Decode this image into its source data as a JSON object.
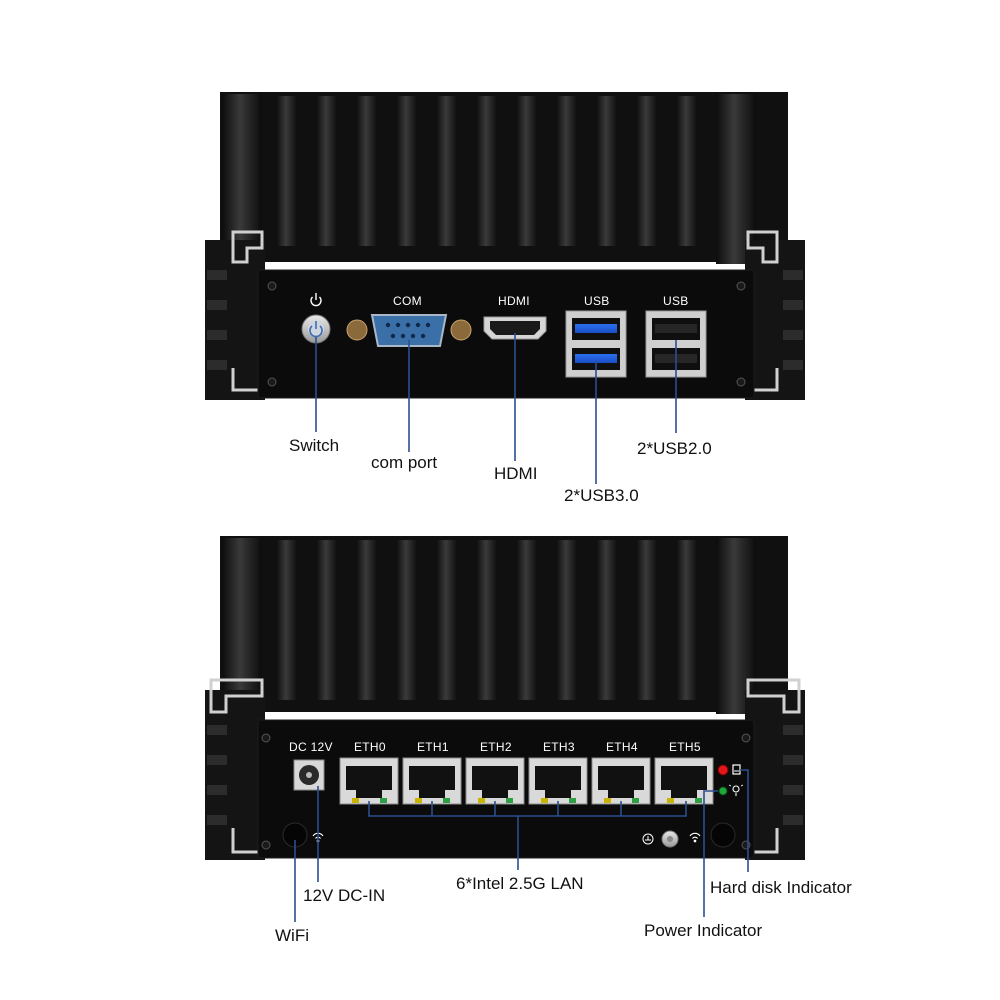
{
  "front_panel": {
    "port_labels": {
      "com": "COM",
      "hdmi": "HDMI",
      "usb_a": "USB",
      "usb_b": "USB"
    },
    "callouts": {
      "switch": "Switch",
      "com_port": "com port",
      "hdmi": "HDMI",
      "usb3": "2*USB3.0",
      "usb2": "2*USB2.0"
    }
  },
  "rear_panel": {
    "port_labels": {
      "dc": "DC 12V",
      "eth": [
        "ETH0",
        "ETH1",
        "ETH2",
        "ETH3",
        "ETH4",
        "ETH5"
      ]
    },
    "callouts": {
      "dc_in": "12V DC-IN",
      "wifi": "WiFi",
      "lan": "6*Intel 2.5G LAN",
      "hdd_indicator": "Hard disk Indicator",
      "power_indicator": "Power Indicator"
    }
  },
  "colors": {
    "chassis": "#111111",
    "panel": "#0b0b0c",
    "leader_line": "#2a4f8f",
    "usb3_blue": "#1e5bd8",
    "com_blue": "#3b6fa8",
    "led_red": "#e01818",
    "led_green": "#1fa83a"
  }
}
